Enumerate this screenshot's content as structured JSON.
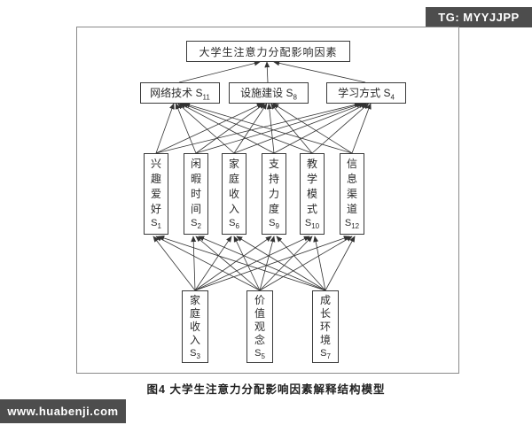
{
  "badges": {
    "top_right": "TG: MYYJJPP",
    "bottom_left": "www.huabenji.com"
  },
  "diagram": {
    "root": {
      "label": "大学生注意力分配影响因素"
    },
    "level2": [
      {
        "label": "网络技术",
        "var": "S",
        "sub": "11"
      },
      {
        "label": "设施建设",
        "var": "S",
        "sub": "8"
      },
      {
        "label": "学习方式",
        "var": "S",
        "sub": "4"
      }
    ],
    "level3": [
      {
        "label": "兴趣爱好",
        "var": "S",
        "sub": "1"
      },
      {
        "label": "闲暇时间",
        "var": "S",
        "sub": "2"
      },
      {
        "label": "家庭收入",
        "var": "S",
        "sub": "6"
      },
      {
        "label": "支持力度",
        "var": "S",
        "sub": "9"
      },
      {
        "label": "教学模式",
        "var": "S",
        "sub": "10"
      },
      {
        "label": "信息渠道",
        "var": "S",
        "sub": "12"
      }
    ],
    "level4": [
      {
        "label": "家庭收入",
        "var": "S",
        "sub": "3"
      },
      {
        "label": "价值观念",
        "var": "S",
        "sub": "5"
      },
      {
        "label": "成长环境",
        "var": "S",
        "sub": "7"
      }
    ],
    "caption": "图4  大学生注意力分配影响因素解释结构模型"
  },
  "colors": {
    "badge_background": "#4d4d4d",
    "line_color": "#333333",
    "box_border": "#3a3a3a"
  }
}
